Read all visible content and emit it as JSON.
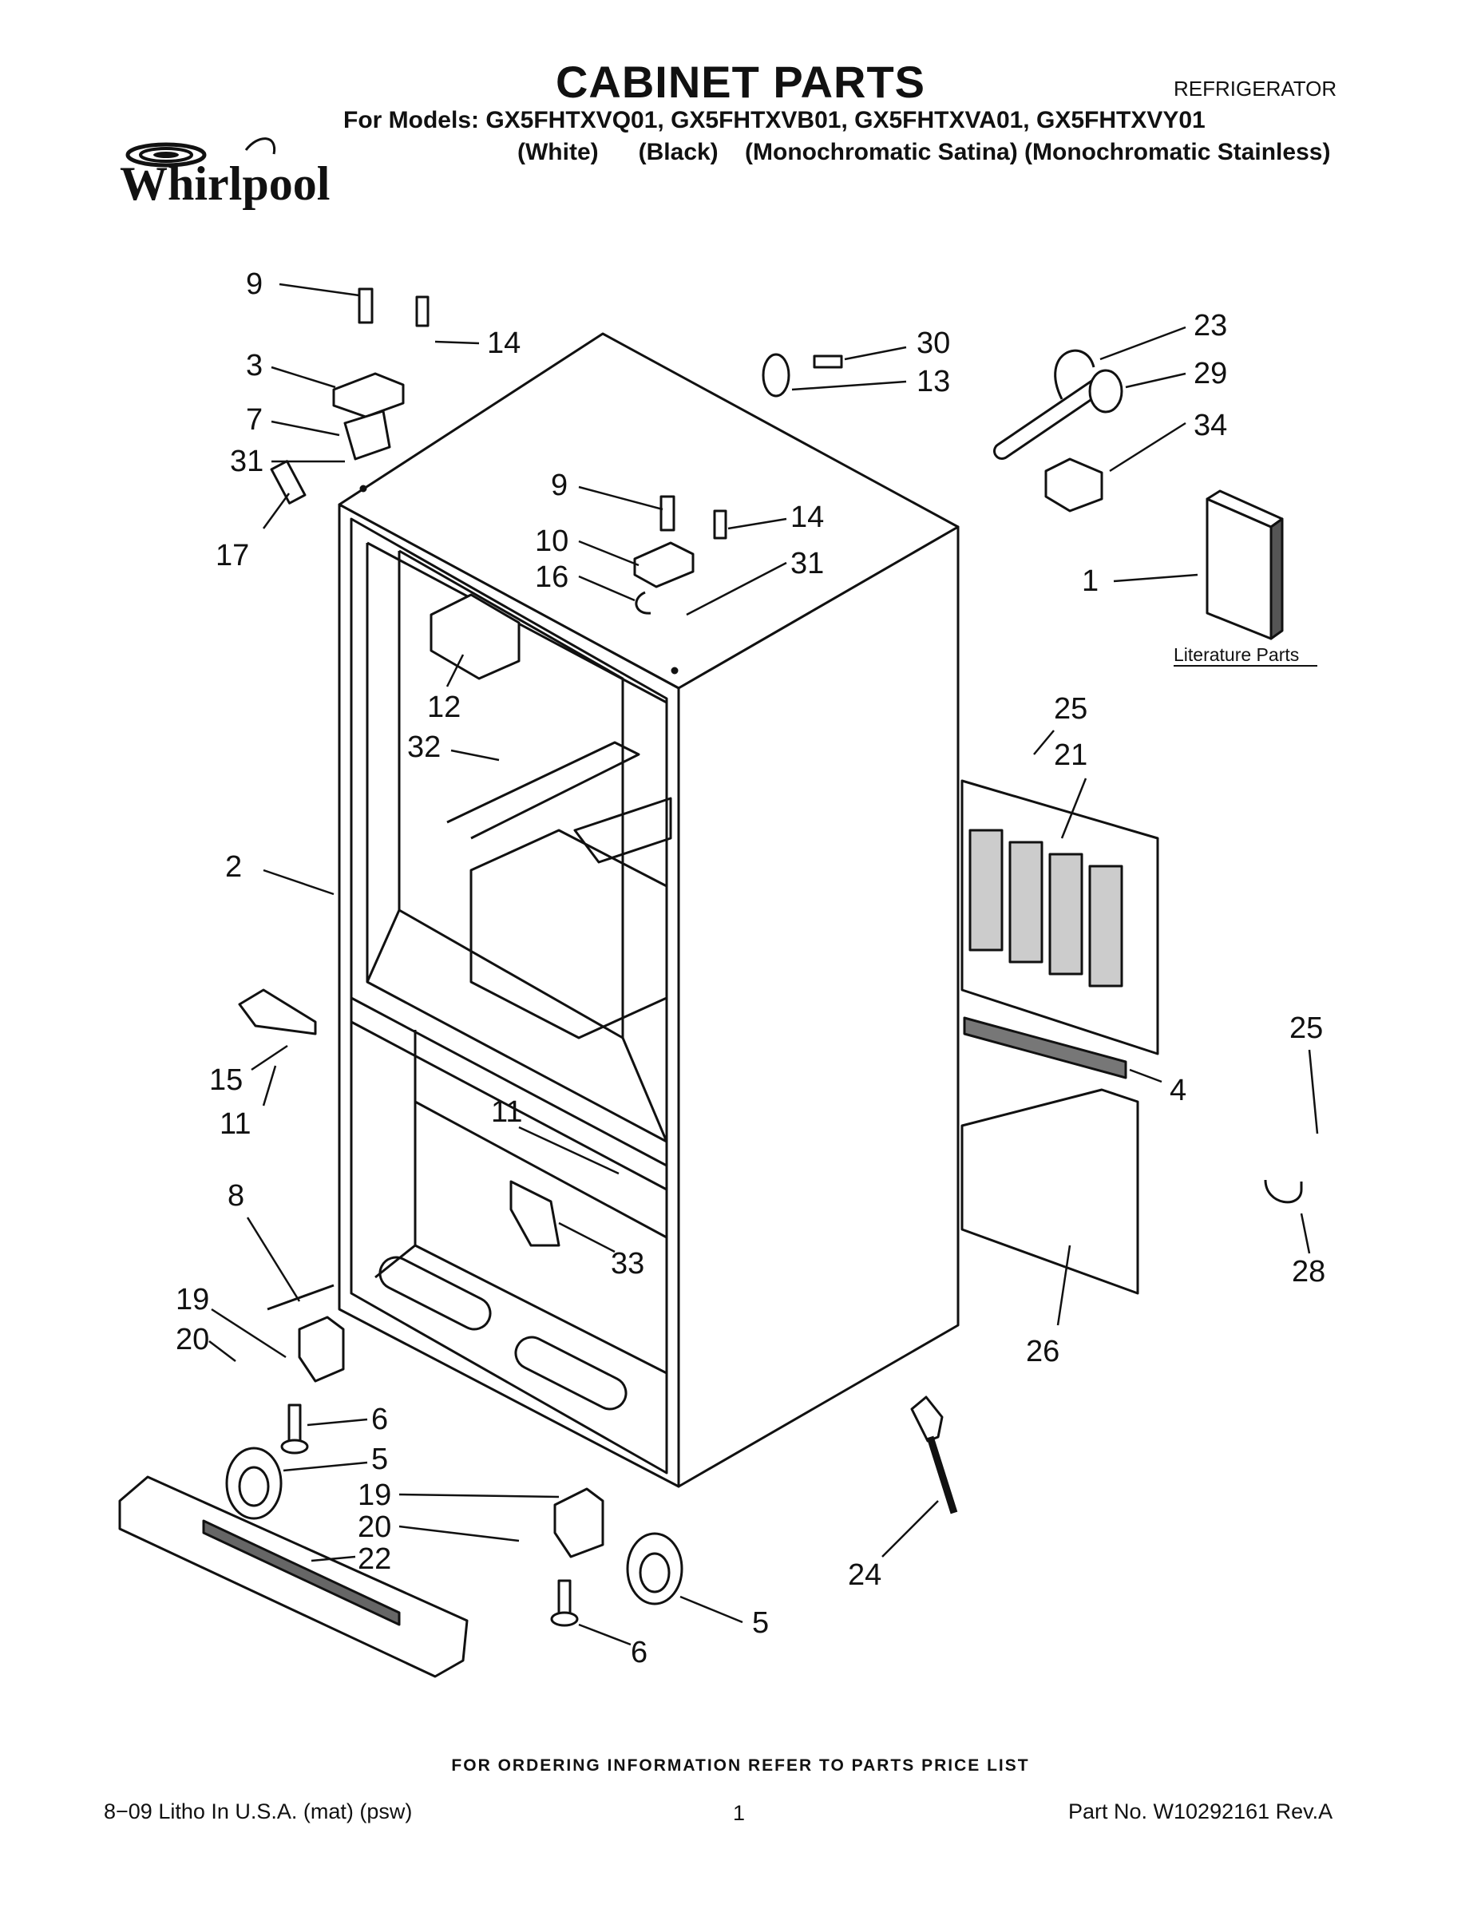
{
  "header": {
    "title": "CABINET PARTS",
    "category": "REFRIGERATOR",
    "models_line": "For Models: GX5FHTXVQ01, GX5FHTXVB01, GX5FHTXVA01, GX5FHTXVY01",
    "variants_line": "(White)      (Black)    (Monochromatic Satina) (Monochromatic Stainless)",
    "brand": "Whirlpool"
  },
  "diagram": {
    "literature_label": "Literature Parts",
    "callouts": [
      "9",
      "14",
      "3",
      "7",
      "31",
      "17",
      "30",
      "13",
      "23",
      "29",
      "34",
      "9",
      "14",
      "10",
      "16",
      "31",
      "1",
      "12",
      "32",
      "25",
      "21",
      "2",
      "15",
      "11",
      "11",
      "4",
      "25",
      "8",
      "33",
      "28",
      "19",
      "20",
      "26",
      "6",
      "5",
      "19",
      "20",
      "22",
      "24",
      "5",
      "6"
    ]
  },
  "footer": {
    "ordering": "FOR ORDERING INFORMATION REFER TO PARTS PRICE LIST",
    "left": "8−09 Litho In U.S.A. (mat) (psw)",
    "center": "1",
    "right": "Part No. W10292161 Rev.A"
  }
}
